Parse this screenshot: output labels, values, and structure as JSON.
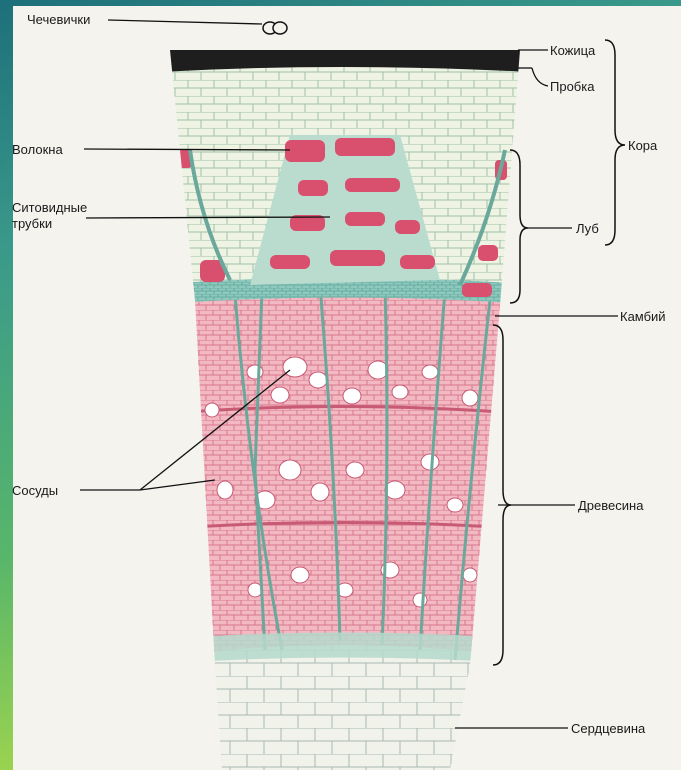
{
  "labels": {
    "chechevichki": "Чечевички",
    "kozhitsa": "Кожица",
    "probka": "Пробка",
    "kora": "Кора",
    "volokna": "Волокна",
    "sitovidnye_1": "Ситовидные",
    "sitovidnye_2": "трубки",
    "lub": "Луб",
    "kambiy": "Камбий",
    "sosudy": "Сосуды",
    "drevesina": "Древесина",
    "serdtsevina": "Сердцевина"
  },
  "colors": {
    "wood": "#f2b9c2",
    "wood_lines": "#d8788c",
    "fiber": "#d9506e",
    "cambium": "#8ec9bf",
    "cortex": "#eef3e4",
    "cortex_lines": "#9fc0a6",
    "cork": "#1e1e1e",
    "pith": "#f1f2ea"
  }
}
